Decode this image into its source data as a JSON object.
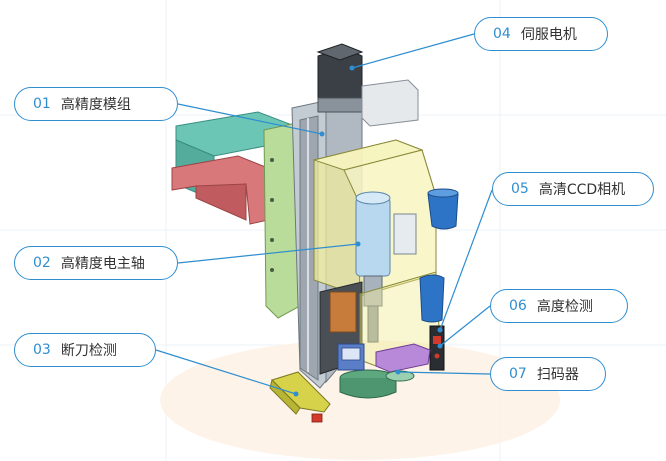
{
  "callouts": [
    {
      "id": "01",
      "label": "高精度模组"
    },
    {
      "id": "02",
      "label": "高精度电主轴"
    },
    {
      "id": "03",
      "label": "断刀检测"
    },
    {
      "id": "04",
      "label": "伺服电机"
    },
    {
      "id": "05",
      "label": "高清CCD相机"
    },
    {
      "id": "06",
      "label": "高度检测"
    },
    {
      "id": "07",
      "label": "扫码器"
    }
  ],
  "colors": {
    "accent": "#2f8ed0",
    "frame_green": "#b9dc9a",
    "frame_teal": "#6cc6b5",
    "rail_gray": "#b4bcc4",
    "bracket_red": "#d9787a",
    "glass_yellow": "#f2ee9c",
    "spindle_blue": "#b8d8f0",
    "cup_blue": "#2e74c6",
    "motor_dark": "#3a4046",
    "scanner_purple": "#b889d8",
    "sensor_red": "#d33a2c"
  }
}
